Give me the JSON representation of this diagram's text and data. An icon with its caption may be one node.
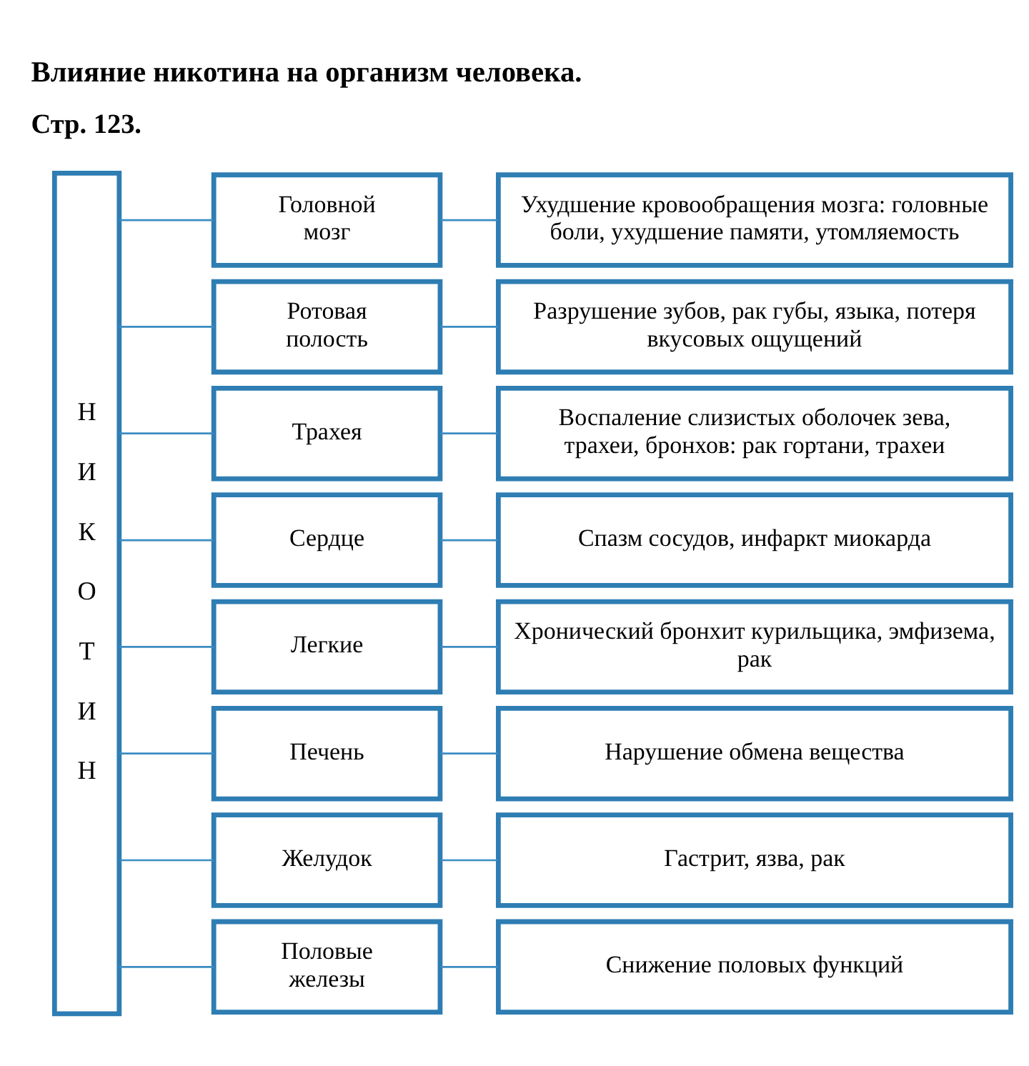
{
  "diagram": {
    "title": "Влияние никотина на организм человека.",
    "nodes": [
      {
        "text": [
          "НИКОТИН"
        ]
      },
      {
        "text": [
          "Головной мозг"
        ]
      },
      {
        "text": [
          "Ухудшение кровообращения мозга: головные боли, ухудшение памяти, утомляемость"
        ]
      },
      {
        "text": [
          "Ротовая полость"
        ]
      },
      {
        "text": [
          "Разрушение зубов, рак губы, языка, потеря вкусовых ощущений"
        ]
      },
      {
        "text": [
          "Трахея"
        ]
      },
      {
        "text": [
          "Воспаление слизистых оболочек зева, трахеи, бронхов: рак гортани, трахеи"
        ]
      },
      {
        "text": [
          "Сердце"
        ]
      },
      {
        "text": [
          "Спазм сосудов, инфаркт миокарда"
        ]
      },
      {
        "text": [
          "Легкие"
        ]
      },
      {
        "text": [
          "Хронический бронхит курильщика, эмфизема, рак"
        ]
      },
      {
        "text": [
          "Печень"
        ]
      },
      {
        "text": [
          "Нарушение обмена вещества"
        ]
      },
      {
        "text": [
          "Желудок"
        ]
      },
      {
        "text": [
          "Гастрит, язва, рак"
        ]
      },
      {
        "text": [
          "Половые железы"
        ]
      },
      {
        "text": [
          "Снижение половых функций"
        ]
      }
    ],
    "edges": [
      {
        "from": 0,
        "to": 1,
        "arrow": "none"
      },
      {
        "from": 1,
        "to": 2,
        "arrow": "none"
      },
      {
        "from": 0,
        "to": 3,
        "arrow": "none"
      },
      {
        "from": 3,
        "to": 4,
        "arrow": "none"
      },
      {
        "from": 0,
        "to": 5,
        "arrow": "none"
      },
      {
        "from": 5,
        "to": 6,
        "arrow": "none"
      },
      {
        "from": 0,
        "to": 7,
        "arrow": "none"
      },
      {
        "from": 7,
        "to": 8,
        "arrow": "none"
      },
      {
        "from": 0,
        "to": 9,
        "arrow": "none"
      },
      {
        "from": 9,
        "to": 10,
        "arrow": "none"
      },
      {
        "from": 0,
        "to": 11,
        "arrow": "none"
      },
      {
        "from": 11,
        "to": 12,
        "arrow": "none"
      },
      {
        "from": 0,
        "to": 13,
        "arrow": "none"
      },
      {
        "from": 13,
        "to": 14,
        "arrow": "none"
      },
      {
        "from": 0,
        "to": 15,
        "arrow": "none"
      },
      {
        "from": 15,
        "to": 16,
        "arrow": "none"
      }
    ],
    "labels": [
      "Стр. 123."
    ]
  }
}
